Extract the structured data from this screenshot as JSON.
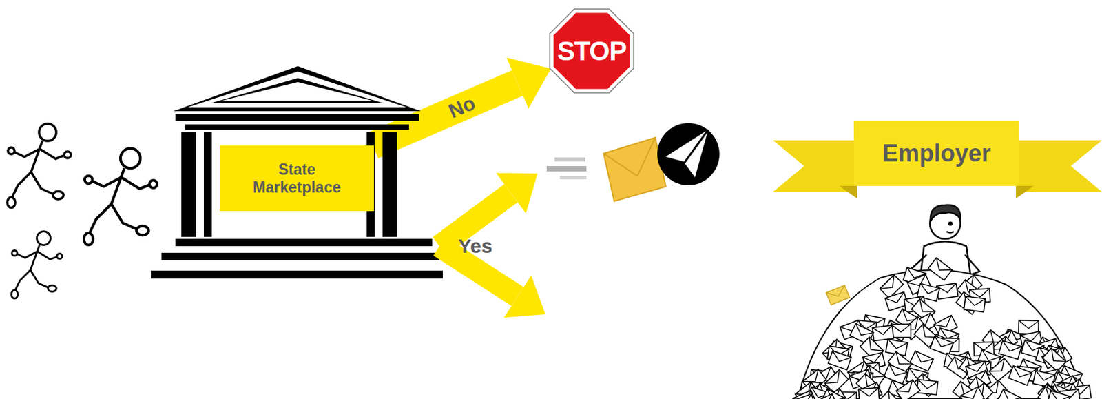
{
  "diagram": {
    "nodes": [
      {
        "text": [
          "State Marketplace"
        ]
      },
      {
        "text": [
          "STOP"
        ]
      },
      {
        "text": [
          "Employer"
        ]
      }
    ],
    "edges": [
      {
        "from": 0,
        "to": 1,
        "arrow": "to",
        "label": "No"
      }
    ],
    "labels": [
      "Yes"
    ]
  }
}
